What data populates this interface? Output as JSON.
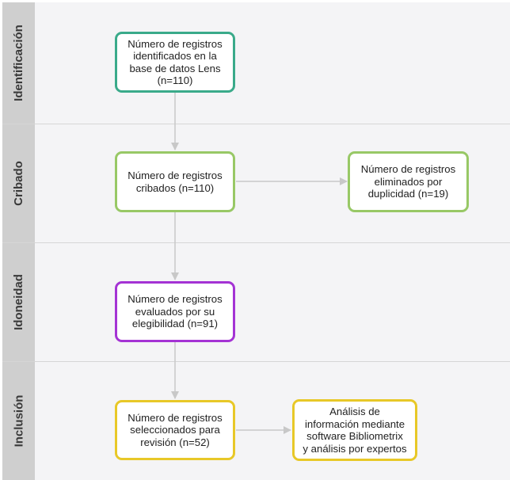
{
  "colors": {
    "lane_label_bg": "#cfcfcf",
    "lane_bg": "#f4f4f6",
    "arrow": "#c8c8c8",
    "teal": "#3aaa8a",
    "green": "#98c866",
    "purple": "#a433d4",
    "yellow": "#e8c828"
  },
  "lanes": [
    {
      "label": "Identificación"
    },
    {
      "label": "Cribado"
    },
    {
      "label": "Idoneidad"
    },
    {
      "label": "Inclusión"
    }
  ],
  "nodes": {
    "identified": {
      "text": "Número de registros\nidentificados en la\nbase de datos Lens\n(n=110)",
      "color": "teal"
    },
    "screened": {
      "text": "Número de registros\ncribados (n=110)",
      "color": "green"
    },
    "duplicates": {
      "text": "Número de registros\neliminados por\nduplicidad (n=19)",
      "color": "green"
    },
    "evaluated": {
      "text": "Número de registros\nevaluados por su\nelegibilidad (n=91)",
      "color": "purple"
    },
    "selected": {
      "text": "Número de registros\nseleccionados para\nrevisión (n=52)",
      "color": "yellow"
    },
    "analysis": {
      "text": "Análisis de\ninformación mediante\nsoftware Bibliometrix\ny análisis por expertos",
      "color": "yellow"
    }
  },
  "edges": [
    {
      "from": "identified",
      "to": "screened"
    },
    {
      "from": "screened",
      "to": "duplicates"
    },
    {
      "from": "screened",
      "to": "evaluated"
    },
    {
      "from": "evaluated",
      "to": "selected"
    },
    {
      "from": "selected",
      "to": "analysis"
    }
  ]
}
